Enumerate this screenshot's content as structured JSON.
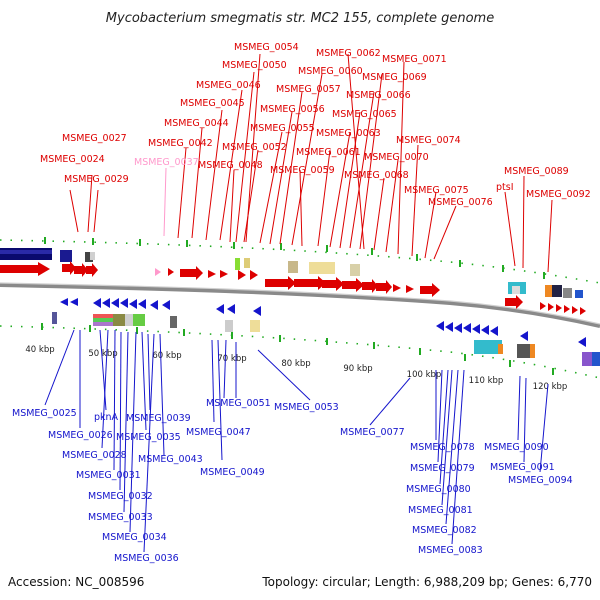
{
  "title": "Mycobacterium smegmatis str. MC2 155, complete genome",
  "accession": "Accession: NC_008596",
  "summary": "Topology: circular; Length: 6,988,209 bp; Genes: 6,770",
  "colors": {
    "forward_strand": "#dd0000",
    "reverse_strand": "#1515cc",
    "highlight_label": "#ff99cc",
    "dna_line": "#8a8a8a",
    "tick": "#22aa22"
  },
  "scale_ticks": [
    "40 kbp",
    "50 kbp",
    "60 kbp",
    "70 kbp",
    "80 kbp",
    "90 kbp",
    "100 kbp",
    "110 kbp",
    "120 kbp"
  ],
  "top_labels": [
    "MSMEG_0054",
    "MSMEG_0062",
    "MSMEG_0071",
    "MSMEG_0050",
    "MSMEG_0060",
    "MSMEG_0069",
    "MSMEG_0046",
    "MSMEG_0057",
    "MSMEG_0066",
    "MSMEG_0045",
    "MSMEG_0056",
    "MSMEG_0065",
    "MSMEG_0044",
    "MSMEG_0055",
    "MSMEG_0063",
    "MSMEG_0027",
    "MSMEG_0042",
    "MSMEG_0052",
    "MSMEG_0061",
    "MSMEG_0074",
    "MSMEG_0024",
    "MSMEG_0037",
    "MSMEG_0048",
    "MSMEG_0059",
    "MSMEG_0070",
    "MSMEG_0089",
    "MSMEG_0029",
    "MSMEG_0068",
    "ptsI",
    "MSMEG_0075",
    "MSMEG_0092",
    "MSMEG_0076"
  ],
  "bottom_labels": [
    "MSMEG_0025",
    "pknA",
    "MSMEG_0039",
    "MSMEG_0051",
    "MSMEG_0053",
    "MSMEG_0026",
    "MSMEG_0035",
    "MSMEG_0047",
    "MSMEG_0077",
    "MSMEG_0028",
    "MSMEG_0043",
    "MSMEG_0078",
    "MSMEG_0090",
    "MSMEG_0031",
    "MSMEG_0049",
    "MSMEG_0079",
    "MSMEG_0091",
    "MSMEG_0094",
    "MSMEG_0080",
    "MSMEG_0032",
    "MSMEG_0081",
    "MSMEG_0033",
    "MSMEG_0082",
    "MSMEG_0034",
    "MSMEG_0083",
    "MSMEG_0036"
  ]
}
